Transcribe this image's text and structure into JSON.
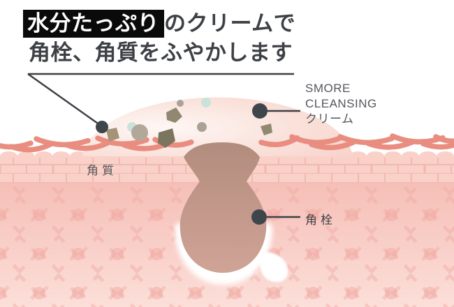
{
  "title": {
    "highlight": "水分たっぷり",
    "line1_rest": "のクリームで",
    "line2": "角栓、角質をふやかします"
  },
  "annotations": {
    "cream_label": {
      "line1": "SMORE",
      "line2": "CLEANSING",
      "line3": "クリーム"
    },
    "stratum_label": "角質",
    "plug_label": "角栓"
  },
  "colors": {
    "text_dark": "#3d4045",
    "label_gray": "#54575d",
    "keratin_gray": "#55575a",
    "highlight_bg": "#0a0a0a",
    "highlight_text": "#ffffff",
    "flake": "#e98d80",
    "skin_brick": "#f9d1c8",
    "brick_line": "#efb1a7",
    "dermis_top": "#f5bfb7",
    "dermis_bottom": "#fcdfd9",
    "cream": "#f6cfc7",
    "cream_light": "#fef7f5",
    "plug_top": "#b18c7d",
    "plug_bottom": "#cfa496",
    "dot": "#3e464b",
    "debris_olive": "#7b745f",
    "debris_olive2": "#918871",
    "debris_tan": "#a39478",
    "debris_gray": "#b2a89a",
    "debris_gray2": "#aaa296",
    "debris_mint": "#c9e2da",
    "glow": "#ffffff"
  }
}
